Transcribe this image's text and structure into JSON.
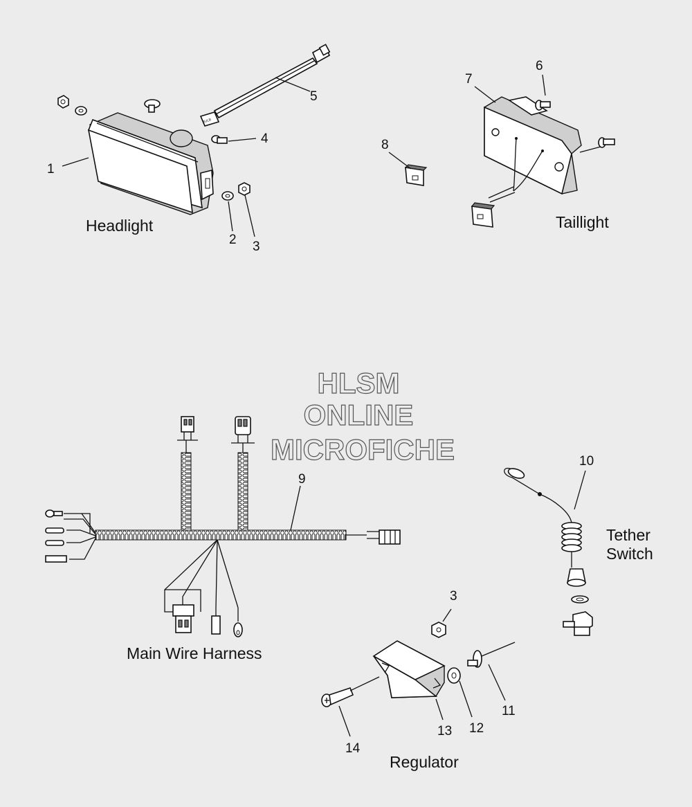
{
  "watermark": {
    "line1": "HLSM",
    "line2": "ONLINE",
    "line3": "MICROFICHE"
  },
  "sections": {
    "headlight": "Headlight",
    "taillight": "Taillight",
    "harness": "Main Wire Harness",
    "tether": "Tether\nSwitch",
    "tether_line1": "Tether",
    "tether_line2": "Switch",
    "regulator": "Regulator"
  },
  "callouts": {
    "c1": "1",
    "c2": "2",
    "c3a": "3",
    "c4": "4",
    "c5": "5",
    "c6": "6",
    "c7": "7",
    "c8": "8",
    "c9": "9",
    "c10": "10",
    "c3b": "3",
    "c11": "11",
    "c12": "12",
    "c13": "13",
    "c14": "14"
  },
  "bulb_text": "BULB"
}
